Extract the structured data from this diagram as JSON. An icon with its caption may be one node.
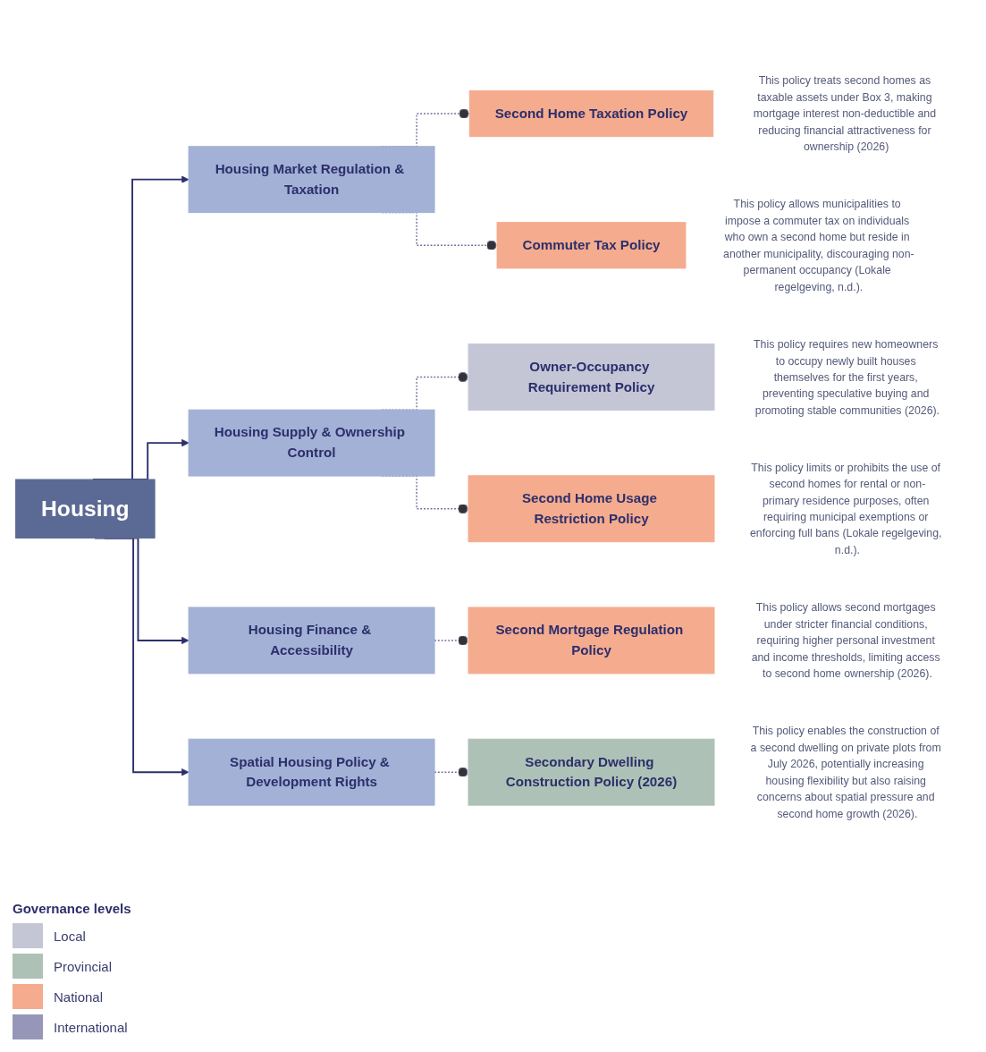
{
  "diagram": {
    "nodes": [
      {
        "text": [
          "Housing"
        ]
      },
      {
        "text": [
          "Housing Market Regulation & Taxation"
        ]
      },
      {
        "text": [
          "Second Home Taxation Policy"
        ],
        "beside": [
          "This policy treats second homes as taxable assets under Box 3, making mortgage interest non-deductible and reducing financial attractiveness for ownership (2026)"
        ]
      },
      {
        "text": [
          "Commuter Tax Policy"
        ],
        "beside": [
          "This policy allows municipalities to impose a commuter tax on individuals who own a second home but reside in another municipality, discouraging non-permanent occupancy (Lokale regelgeving, n.d.)."
        ]
      },
      {
        "text": [
          "Housing Supply & Ownership Control"
        ]
      },
      {
        "text": [
          "Owner-Occupancy Requirement Policy"
        ],
        "beside": [
          "This policy requires new homeowners to occupy newly built houses themselves for the first years, preventing speculative buying and promoting stable communities (2026)."
        ]
      },
      {
        "text": [
          "Second Home Usage Restriction Policy"
        ],
        "beside": [
          "This policy limits or prohibits the use of second homes for rental or non-primary residence purposes, often requiring municipal exemptions or enforcing full bans (Lokale regelgeving, n.d.)."
        ]
      },
      {
        "text": [
          "Housing Finance & Accessibility"
        ]
      },
      {
        "text": [
          "Second Mortgage Regulation Policy"
        ],
        "beside": [
          "This policy allows second mortgages under stricter financial conditions, requiring higher personal investment and income thresholds, limiting access to second home ownership (2026)."
        ]
      },
      {
        "text": [
          "Spatial Housing Policy & Development Rights"
        ]
      },
      {
        "text": [
          "Secondary Dwelling Construction Policy (2026)"
        ],
        "beside": [
          "This policy enables the construction of a second dwelling on private plots from July 2026, potentially increasing housing flexibility but also raising concerns about spatial pressure and second home growth (2026)."
        ]
      }
    ],
    "edges": [
      {
        "from": 0,
        "to": 1,
        "arrow": "to"
      },
      {
        "from": 0,
        "to": 4,
        "arrow": "to"
      },
      {
        "from": 0,
        "to": 7,
        "arrow": "to"
      },
      {
        "from": 0,
        "to": 9,
        "arrow": "to"
      },
      {
        "from": 1,
        "to": 2,
        "arrow": "other",
        "style": "dashed"
      },
      {
        "from": 1,
        "to": 3,
        "arrow": "other",
        "style": "dashed"
      },
      {
        "from": 4,
        "to": 5,
        "arrow": "other",
        "style": "dashed"
      },
      {
        "from": 4,
        "to": 6,
        "arrow": "other",
        "style": "dashed"
      },
      {
        "from": 7,
        "to": 8,
        "arrow": "other",
        "style": "dashed"
      },
      {
        "from": 9,
        "to": 10,
        "arrow": "other",
        "style": "dashed"
      }
    ],
    "labels": [
      "Governance levels"
    ],
    "legend": [
      {
        "text": "Local",
        "color": "#c4c6d6"
      },
      {
        "text": "Provincial",
        "color": "#aec1b6"
      },
      {
        "text": "National",
        "color": "#f5ab8e"
      },
      {
        "text": "International",
        "color": "#9596b8"
      }
    ]
  }
}
